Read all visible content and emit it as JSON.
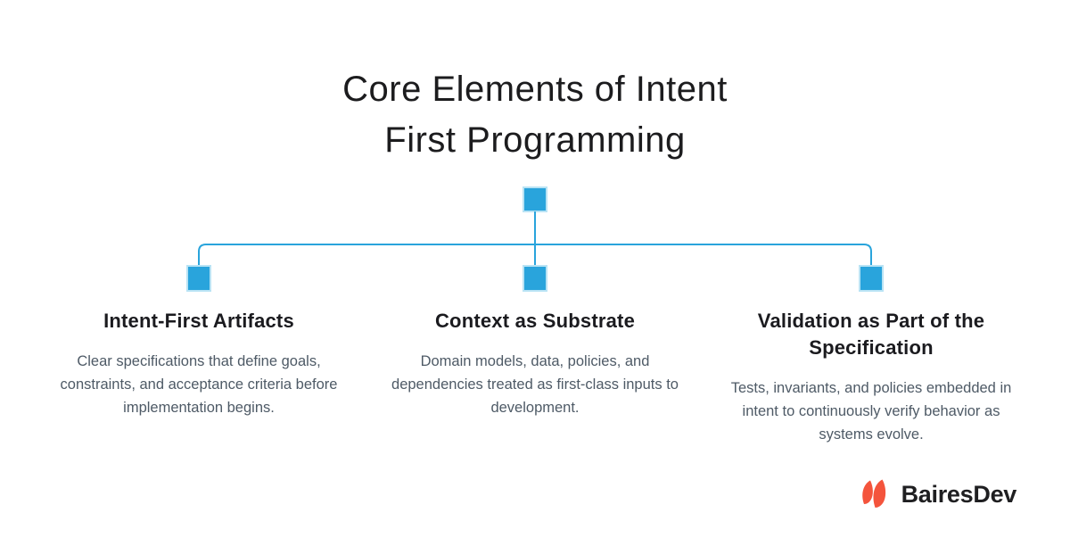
{
  "colors": {
    "accent_blue": "#29a4dc",
    "node_border": "#b9e3f4",
    "title_text": "#1c1c1e",
    "heading_text": "#1b1b1f",
    "body_text": "#4e5a66",
    "logo_orange": "#f4543c",
    "logo_text": "#1f1f21",
    "background": "#ffffff"
  },
  "title": {
    "full": "Core Elements of Intent First Programming",
    "lines": [
      "Core Elements of Intent",
      "First Programming"
    ]
  },
  "diagram": {
    "type": "tree",
    "root": "hub-node",
    "columns": [
      {
        "title": "Intent-First Artifacts",
        "description": "Clear specifications that define goals, constraints, and acceptance criteria before implementation begins."
      },
      {
        "title": "Context as Substrate",
        "description": "Domain models, data, policies, and dependencies treated as first-class inputs to development."
      },
      {
        "title": "Validation as Part of the Specification",
        "description": "Tests, invariants, and policies embedded in intent to continuously verify behavior as systems evolve."
      }
    ]
  },
  "footer": {
    "brand_name": "BairesDev"
  }
}
